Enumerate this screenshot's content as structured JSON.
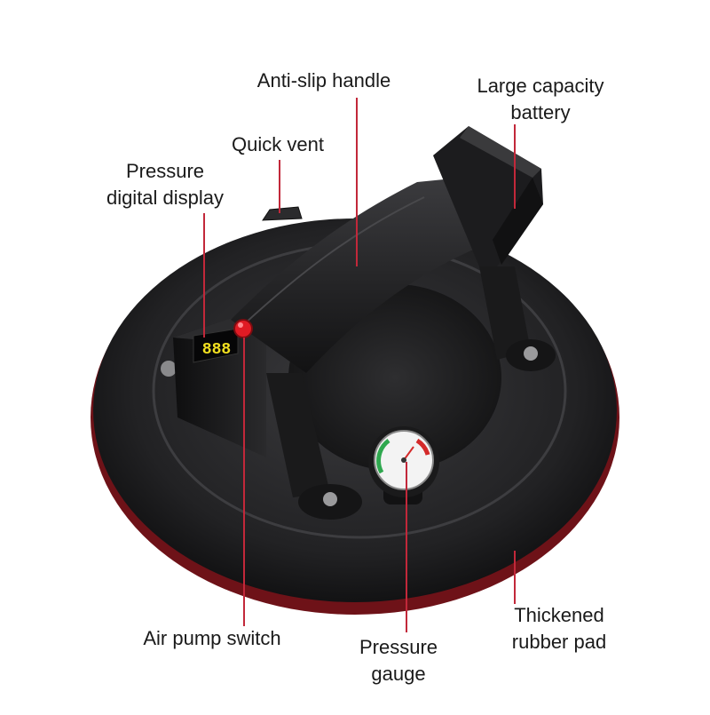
{
  "labels": {
    "anti_slip_handle": "Anti-slip handle",
    "battery": [
      "Large capacity",
      "battery"
    ],
    "quick_vent": "Quick vent",
    "digital_display": [
      "Pressure",
      "digital display"
    ],
    "air_pump_switch": "Air pump switch",
    "pressure_gauge": [
      "Pressure",
      "gauge"
    ],
    "rubber_pad": [
      "Thickened",
      "rubber pad"
    ]
  },
  "display_reading": "888",
  "colors": {
    "leader_line": "#c2283a",
    "body": "#1b1b1d",
    "pad_rim": "#8a1a22",
    "display_digits": "#f2e020",
    "switch": "#e01b24",
    "gauge_green": "#2fa84f",
    "gauge_red": "#d42a2a"
  }
}
